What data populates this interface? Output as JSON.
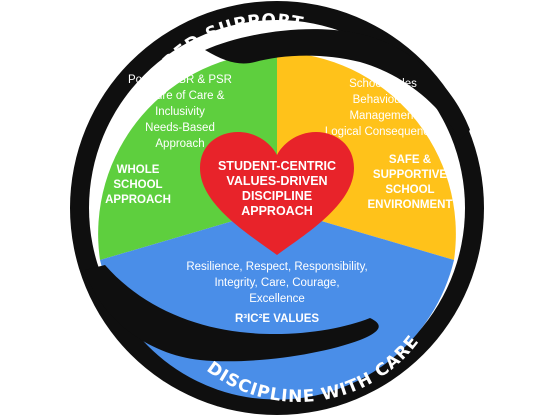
{
  "ring": {
    "top_label": "TIERED SUPPORT",
    "bottom_label": "DISCIPLINE WITH CARE"
  },
  "center": {
    "lines": [
      "STUDENT-CENTRIC",
      "VALUES-DRIVEN",
      "DISCIPLINE",
      "APPROACH"
    ]
  },
  "sections": {
    "left": {
      "items": [
        "Positive TSR & PSR",
        "Culture of Care &",
        "Inclusivity",
        "Needs-Based",
        "Approach"
      ],
      "heading": [
        "WHOLE",
        "SCHOOL",
        "APPROACH"
      ]
    },
    "right": {
      "items": [
        "School Rules",
        "Behavioural",
        "Management",
        "Logical Consequences"
      ],
      "heading": [
        "SAFE &",
        "SUPPORTIVE",
        "SCHOOL",
        "ENVIRONMENT"
      ]
    },
    "bottom": {
      "items": [
        "Resilience, Respect, Responsibility,",
        "Integrity, Care, Courage,",
        "Excellence"
      ],
      "heading": "R³IC²E VALUES"
    }
  },
  "colors": {
    "ring": "#0f0f0f",
    "green": "#5ecf3e",
    "yellow": "#ffc21a",
    "blue": "#4a8ee8",
    "heart": "#e8232a",
    "text": "#ffffff"
  }
}
